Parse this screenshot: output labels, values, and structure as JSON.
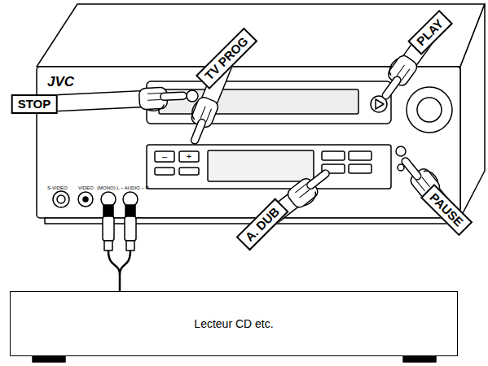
{
  "diagram": {
    "nodes": [
      {
        "text": [
          "STOP"
        ]
      },
      {
        "text": [
          "TV PROG"
        ]
      },
      {
        "text": [
          "PLAY"
        ]
      },
      {
        "text": [
          "A. DUB"
        ]
      },
      {
        "text": [
          "PAUSE"
        ]
      },
      {
        "text": [
          "Lecteur CD etc."
        ]
      }
    ],
    "labels": [
      "JVC",
      "S-VIDEO",
      "VIDEO",
      "(MONO) L – AUDIO – R",
      "–",
      "+"
    ]
  }
}
